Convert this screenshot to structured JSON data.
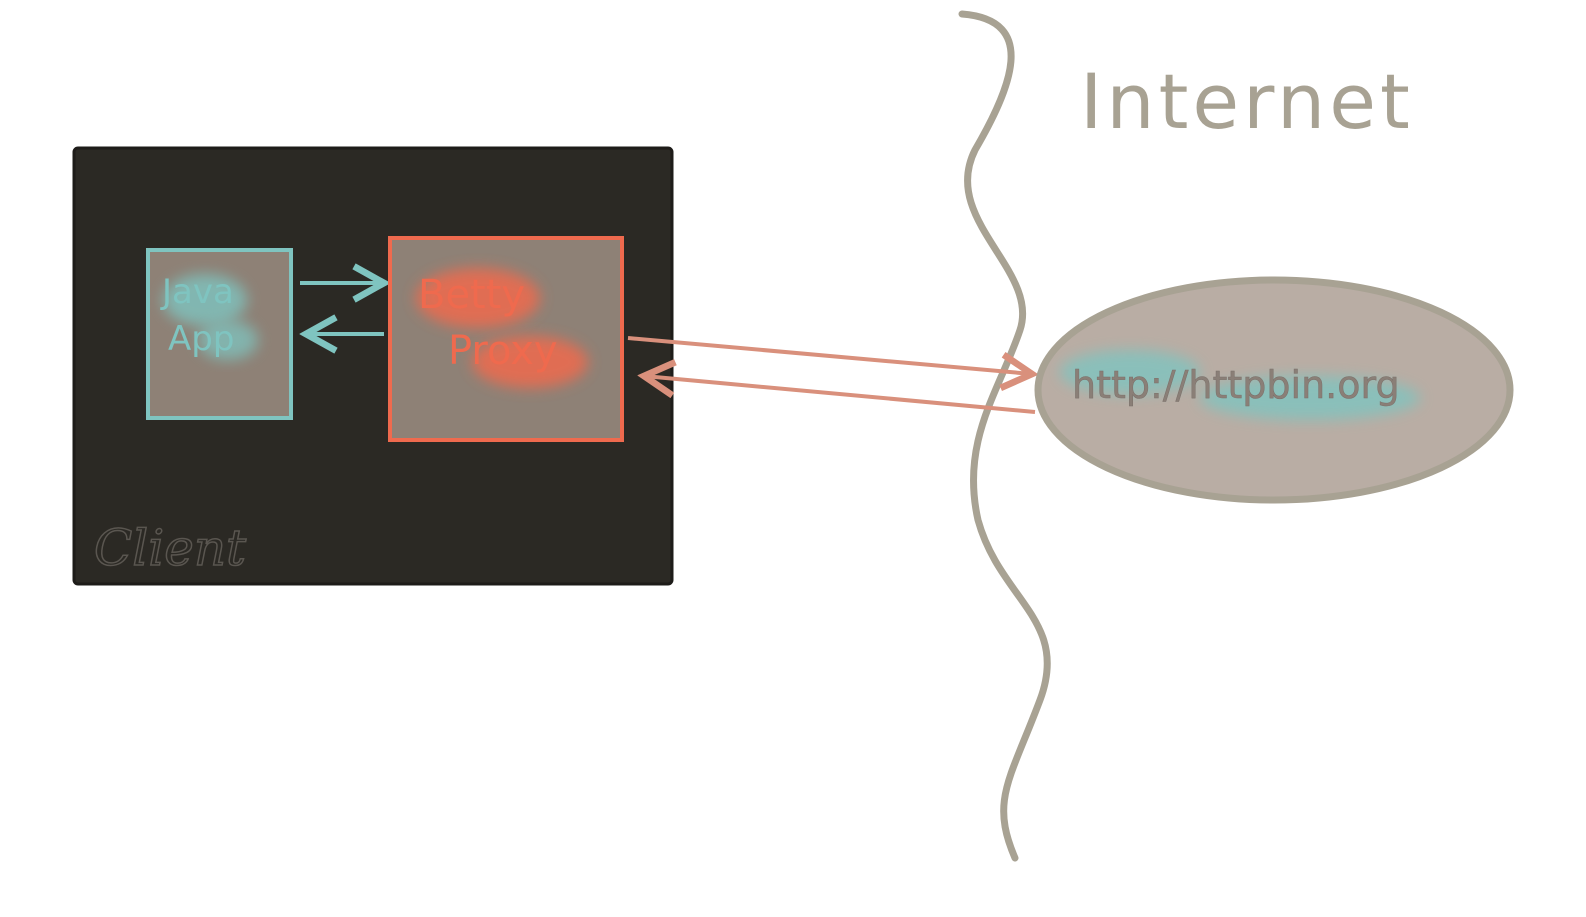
{
  "labels": {
    "internet": "Internet",
    "client": "Client",
    "java_app": [
      "Java",
      "App"
    ],
    "proxy": [
      "Betty",
      "Proxy"
    ],
    "server": "http://httpbin.org"
  },
  "colors": {
    "background": "#ffffff",
    "client_box": "#2b2924",
    "inner_box_fill": "#8e8176",
    "java_accent": "#7fc4c0",
    "proxy_accent": "#ef6a4e",
    "arrow_salmon": "#d9907c",
    "internet_line": "#a8a293",
    "ellipse_fill": "#b9ada4",
    "ellipse_stroke": "#a8a293"
  }
}
